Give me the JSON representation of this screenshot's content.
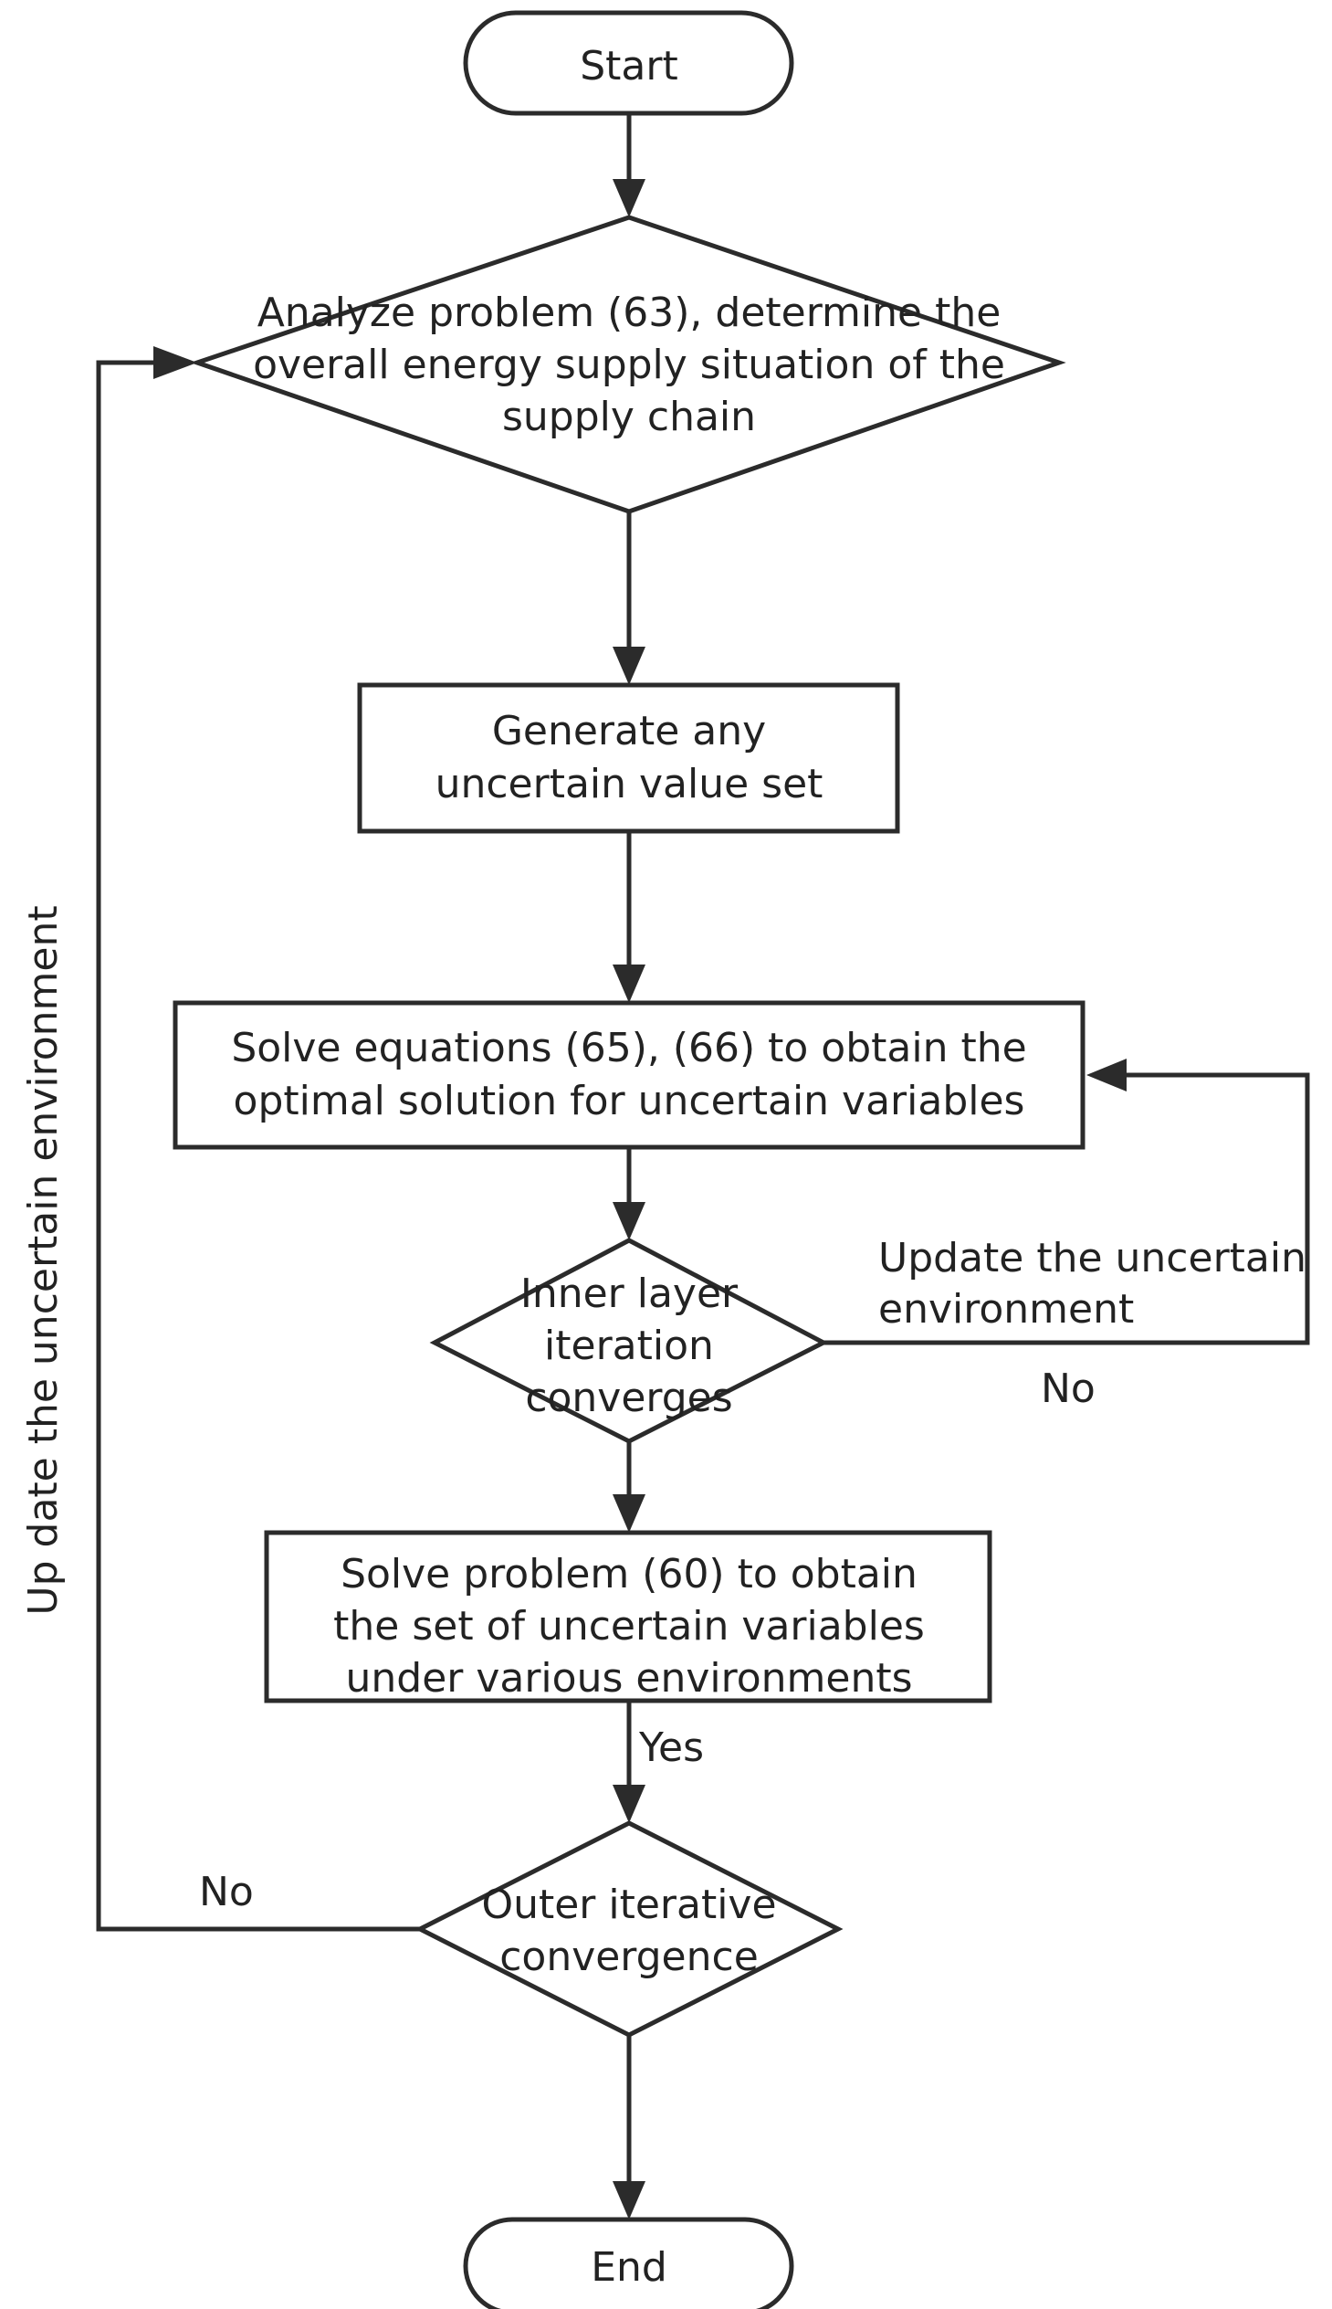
{
  "nodes": {
    "start": "Start",
    "analyze": [
      "Analyze problem (63), determine the",
      "overall energy supply situation of the",
      "supply chain"
    ],
    "generate": [
      "Generate any",
      "uncertain value set"
    ],
    "solve_equations": [
      "Solve equations (65), (66) to obtain the",
      "optimal solution for uncertain variables"
    ],
    "inner_convergence": [
      "Inner layer",
      "iteration",
      "converges"
    ],
    "solve_problem": [
      "Solve problem (60) to obtain",
      "the set of uncertain variables",
      "under various environments"
    ],
    "outer_convergence": [
      "Outer iterative",
      "convergence"
    ],
    "end": "End"
  },
  "edge_labels": {
    "inner_update": [
      "Update the uncertain",
      "environment"
    ],
    "inner_no": "No",
    "inner_yes": "Yes",
    "outer_no": "No",
    "outer_update": "Up date the uncertain environment"
  }
}
